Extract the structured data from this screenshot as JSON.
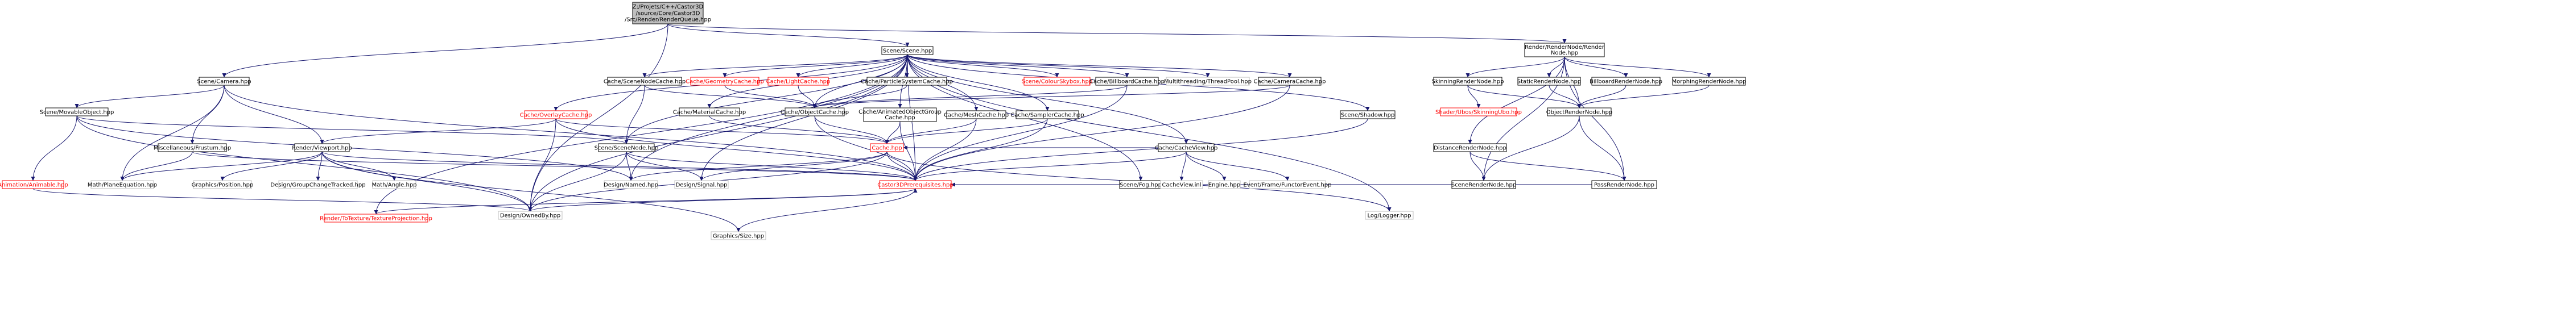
{
  "diagram": {
    "colors": {
      "edge": "#191970",
      "root_fill": "#bfbfbf",
      "node_fill": "#ffffff",
      "node_border": "#000000",
      "incomplete_border": "#ff0000",
      "text": "#000000",
      "incomplete_text": "#ff0000"
    },
    "nodes": [
      {
        "id": "root",
        "lines": [
          "Z:/Projets/C++/Castor3D",
          "/source/Core/Castor3D",
          "/Src/Render/RenderQueue.hpp"
        ],
        "root": true
      },
      {
        "id": "scene",
        "lines": [
          "Scene/Scene.hpp"
        ]
      },
      {
        "id": "rnode",
        "lines": [
          "Render/RenderNode/Render",
          "Node.hpp"
        ]
      },
      {
        "id": "camera",
        "lines": [
          "Scene/Camera.hpp"
        ]
      },
      {
        "id": "movable",
        "lines": [
          "Scene/MovableObject.hpp"
        ]
      },
      {
        "id": "animatable",
        "lines": [
          "Animation/Animable.hpp"
        ],
        "incomplete": true
      },
      {
        "id": "misc",
        "lines": [
          "Miscellaneous/Frustum.hpp"
        ]
      },
      {
        "id": "plane",
        "lines": [
          "Math/PlaneEquation.hpp"
        ],
        "ext": true
      },
      {
        "id": "viewport",
        "lines": [
          "Render/Viewport.hpp"
        ]
      },
      {
        "id": "gpos",
        "lines": [
          "Graphics/Position.hpp"
        ],
        "ext": true
      },
      {
        "id": "dgct",
        "lines": [
          "Design/GroupChangeTracked.hpp"
        ],
        "ext": true
      },
      {
        "id": "angle",
        "lines": [
          "Math/Angle.hpp"
        ],
        "ext": true
      },
      {
        "id": "rtt",
        "lines": [
          "Render/ToTexture/TextureProjection.hpp"
        ],
        "incomplete": true
      },
      {
        "id": "scenenode",
        "lines": [
          "Scene/SceneNode.hpp"
        ]
      },
      {
        "id": "named",
        "lines": [
          "Design/Named.hpp"
        ],
        "ext": true
      },
      {
        "id": "signal",
        "lines": [
          "Design/Signal.hpp"
        ],
        "ext": true
      },
      {
        "id": "owned",
        "lines": [
          "Design/OwnedBy.hpp"
        ],
        "ext": true
      },
      {
        "id": "gsize",
        "lines": [
          "Graphics/Size.hpp"
        ],
        "ext": true
      },
      {
        "id": "overlaycache",
        "lines": [
          "Cache/OverlayCache.hpp"
        ],
        "incomplete": true
      },
      {
        "id": "scenenodecache",
        "lines": [
          "Cache/SceneNodeCache.hpp"
        ]
      },
      {
        "id": "materialcache",
        "lines": [
          "Cache/MaterialCache.hpp"
        ]
      },
      {
        "id": "geomcache",
        "lines": [
          "Cache/GeometryCache.hpp"
        ],
        "incomplete": true
      },
      {
        "id": "lightcache",
        "lines": [
          "Cache/LightCache.hpp"
        ],
        "incomplete": true
      },
      {
        "id": "particlecache",
        "lines": [
          "Cache/ParticleSystemCache.hpp"
        ]
      },
      {
        "id": "objcache",
        "lines": [
          "Cache/ObjectCache.hpp"
        ]
      },
      {
        "id": "animobj",
        "lines": [
          "Cache/AnimatedObjectGroup",
          "Cache.hpp"
        ]
      },
      {
        "id": "meshcache",
        "lines": [
          "Cache/MeshCache.hpp"
        ]
      },
      {
        "id": "cache",
        "lines": [
          "Cache.hpp"
        ],
        "incomplete": true
      },
      {
        "id": "prereq",
        "lines": [
          "Castor3DPrerequisites.hpp"
        ],
        "incomplete": true
      },
      {
        "id": "samplercache",
        "lines": [
          "Cache/SamplerCache.hpp"
        ]
      },
      {
        "id": "skybox",
        "lines": [
          "Scene/ColourSkybox.hpp"
        ],
        "incomplete": true
      },
      {
        "id": "billboardcache",
        "lines": [
          "Cache/BillboardCache.hpp"
        ]
      },
      {
        "id": "threadpool",
        "lines": [
          "Multithreading/ThreadPool.hpp"
        ],
        "ext": true
      },
      {
        "id": "cameracache",
        "lines": [
          "Cache/CameraCache.hpp"
        ]
      },
      {
        "id": "cacheview",
        "lines": [
          "Cache/CacheView.hpp"
        ]
      },
      {
        "id": "fog",
        "lines": [
          "Scene/Fog.hpp"
        ]
      },
      {
        "id": "cacheviewinl",
        "lines": [
          "CacheView.inl"
        ],
        "ext": true
      },
      {
        "id": "engine",
        "lines": [
          "Engine.hpp"
        ],
        "ext": true
      },
      {
        "id": "functor",
        "lines": [
          "Event/Frame/FunctorEvent.hpp"
        ],
        "ext": true
      },
      {
        "id": "shadow",
        "lines": [
          "Scene/Shadow.hpp"
        ]
      },
      {
        "id": "logger",
        "lines": [
          "Log/Logger.hpp"
        ],
        "ext": true
      },
      {
        "id": "skinning",
        "lines": [
          "SkinningRenderNode.hpp"
        ]
      },
      {
        "id": "shaderubo",
        "lines": [
          "Shader/Ubos/SkinningUbo.hpp"
        ],
        "incomplete": true
      },
      {
        "id": "distance",
        "lines": [
          "DistanceRenderNode.hpp"
        ]
      },
      {
        "id": "scenernode",
        "lines": [
          "SceneRenderNode.hpp"
        ]
      },
      {
        "id": "staticrn",
        "lines": [
          "StaticRenderNode.hpp"
        ]
      },
      {
        "id": "billboardrn",
        "lines": [
          "BillboardRenderNode.hpp"
        ]
      },
      {
        "id": "objrn",
        "lines": [
          "ObjectRenderNode.hpp"
        ]
      },
      {
        "id": "morphing",
        "lines": [
          "MorphingRenderNode.hpp"
        ]
      },
      {
        "id": "passrn",
        "lines": [
          "PassRenderNode.hpp"
        ]
      }
    ],
    "edges": [
      [
        "root",
        "scene"
      ],
      [
        "root",
        "rnode"
      ],
      [
        "root",
        "camera"
      ],
      [
        "root",
        "owned"
      ],
      [
        "camera",
        "movable"
      ],
      [
        "camera",
        "misc"
      ],
      [
        "camera",
        "viewport"
      ],
      [
        "camera",
        "plane"
      ],
      [
        "camera",
        "prereq"
      ],
      [
        "movable",
        "animatable"
      ],
      [
        "movable",
        "named"
      ],
      [
        "movable",
        "owned"
      ],
      [
        "movable",
        "scenenode"
      ],
      [
        "misc",
        "plane"
      ],
      [
        "misc",
        "prereq"
      ],
      [
        "viewport",
        "gpos"
      ],
      [
        "viewport",
        "dgct"
      ],
      [
        "viewport",
        "angle"
      ],
      [
        "viewport",
        "plane"
      ],
      [
        "viewport",
        "prereq"
      ],
      [
        "viewport",
        "owned"
      ],
      [
        "viewport",
        "gsize"
      ],
      [
        "animatable",
        "owned"
      ],
      [
        "scene",
        "scenenodecache"
      ],
      [
        "scene",
        "geomcache"
      ],
      [
        "scene",
        "lightcache"
      ],
      [
        "scene",
        "particlecache"
      ],
      [
        "scene",
        "skybox"
      ],
      [
        "scene",
        "billboardcache"
      ],
      [
        "scene",
        "threadpool"
      ],
      [
        "scene",
        "cameracache"
      ],
      [
        "scene",
        "overlaycache"
      ],
      [
        "scene",
        "materialcache"
      ],
      [
        "scene",
        "objcache"
      ],
      [
        "scene",
        "animobj"
      ],
      [
        "scene",
        "meshcache"
      ],
      [
        "scene",
        "samplercache"
      ],
      [
        "scene",
        "cacheview"
      ],
      [
        "scene",
        "shadow"
      ],
      [
        "scene",
        "fog"
      ],
      [
        "scene",
        "rtt"
      ],
      [
        "scene",
        "scenenode"
      ],
      [
        "scene",
        "named"
      ],
      [
        "scene",
        "signal"
      ],
      [
        "scene",
        "owned"
      ],
      [
        "scene",
        "logger"
      ],
      [
        "scene",
        "prereq"
      ],
      [
        "scenenodecache",
        "scenenode"
      ],
      [
        "scenenodecache",
        "objcache"
      ],
      [
        "geomcache",
        "objcache"
      ],
      [
        "lightcache",
        "objcache"
      ],
      [
        "particlecache",
        "objcache"
      ],
      [
        "billboardcache",
        "objcache"
      ],
      [
        "cameracache",
        "objcache"
      ],
      [
        "billboardcache",
        "prereq"
      ],
      [
        "cameracache",
        "prereq"
      ],
      [
        "overlaycache",
        "viewport"
      ],
      [
        "overlaycache",
        "cache"
      ],
      [
        "overlaycache",
        "owned"
      ],
      [
        "overlaycache",
        "prereq"
      ],
      [
        "materialcache",
        "cache"
      ],
      [
        "objcache",
        "cache"
      ],
      [
        "animobj",
        "cache"
      ],
      [
        "meshcache",
        "cache"
      ],
      [
        "samplercache",
        "cache"
      ],
      [
        "cacheview",
        "cache"
      ],
      [
        "animobj",
        "prereq"
      ],
      [
        "meshcache",
        "prereq"
      ],
      [
        "samplercache",
        "prereq"
      ],
      [
        "objcache",
        "prereq"
      ],
      [
        "cacheview",
        "cacheviewinl"
      ],
      [
        "cacheview",
        "engine"
      ],
      [
        "cacheview",
        "functor"
      ],
      [
        "cacheview",
        "prereq"
      ],
      [
        "cache",
        "named"
      ],
      [
        "cache",
        "signal"
      ],
      [
        "cache",
        "prereq"
      ],
      [
        "cache",
        "owned"
      ],
      [
        "cache",
        "logger"
      ],
      [
        "scenenode",
        "named"
      ],
      [
        "scenenode",
        "signal"
      ],
      [
        "scenenode",
        "owned"
      ],
      [
        "scenenode",
        "prereq"
      ],
      [
        "rtt",
        "prereq"
      ],
      [
        "fog",
        "prereq"
      ],
      [
        "shadow",
        "prereq"
      ],
      [
        "prereq",
        "owned"
      ],
      [
        "prereq",
        "gsize"
      ],
      [
        "rnode",
        "skinning"
      ],
      [
        "rnode",
        "staticrn"
      ],
      [
        "rnode",
        "billboardrn"
      ],
      [
        "rnode",
        "morphing"
      ],
      [
        "rnode",
        "distance"
      ],
      [
        "rnode",
        "scenernode"
      ],
      [
        "rnode",
        "passrn"
      ],
      [
        "rnode",
        "objrn"
      ],
      [
        "skinning",
        "shaderubo"
      ],
      [
        "skinning",
        "objrn"
      ],
      [
        "staticrn",
        "objrn"
      ],
      [
        "billboardrn",
        "objrn"
      ],
      [
        "morphing",
        "objrn"
      ],
      [
        "distance",
        "scenernode"
      ],
      [
        "distance",
        "passrn"
      ],
      [
        "objrn",
        "scenernode"
      ],
      [
        "objrn",
        "passrn"
      ],
      [
        "scenernode",
        "prereq"
      ],
      [
        "passrn",
        "prereq"
      ]
    ]
  }
}
